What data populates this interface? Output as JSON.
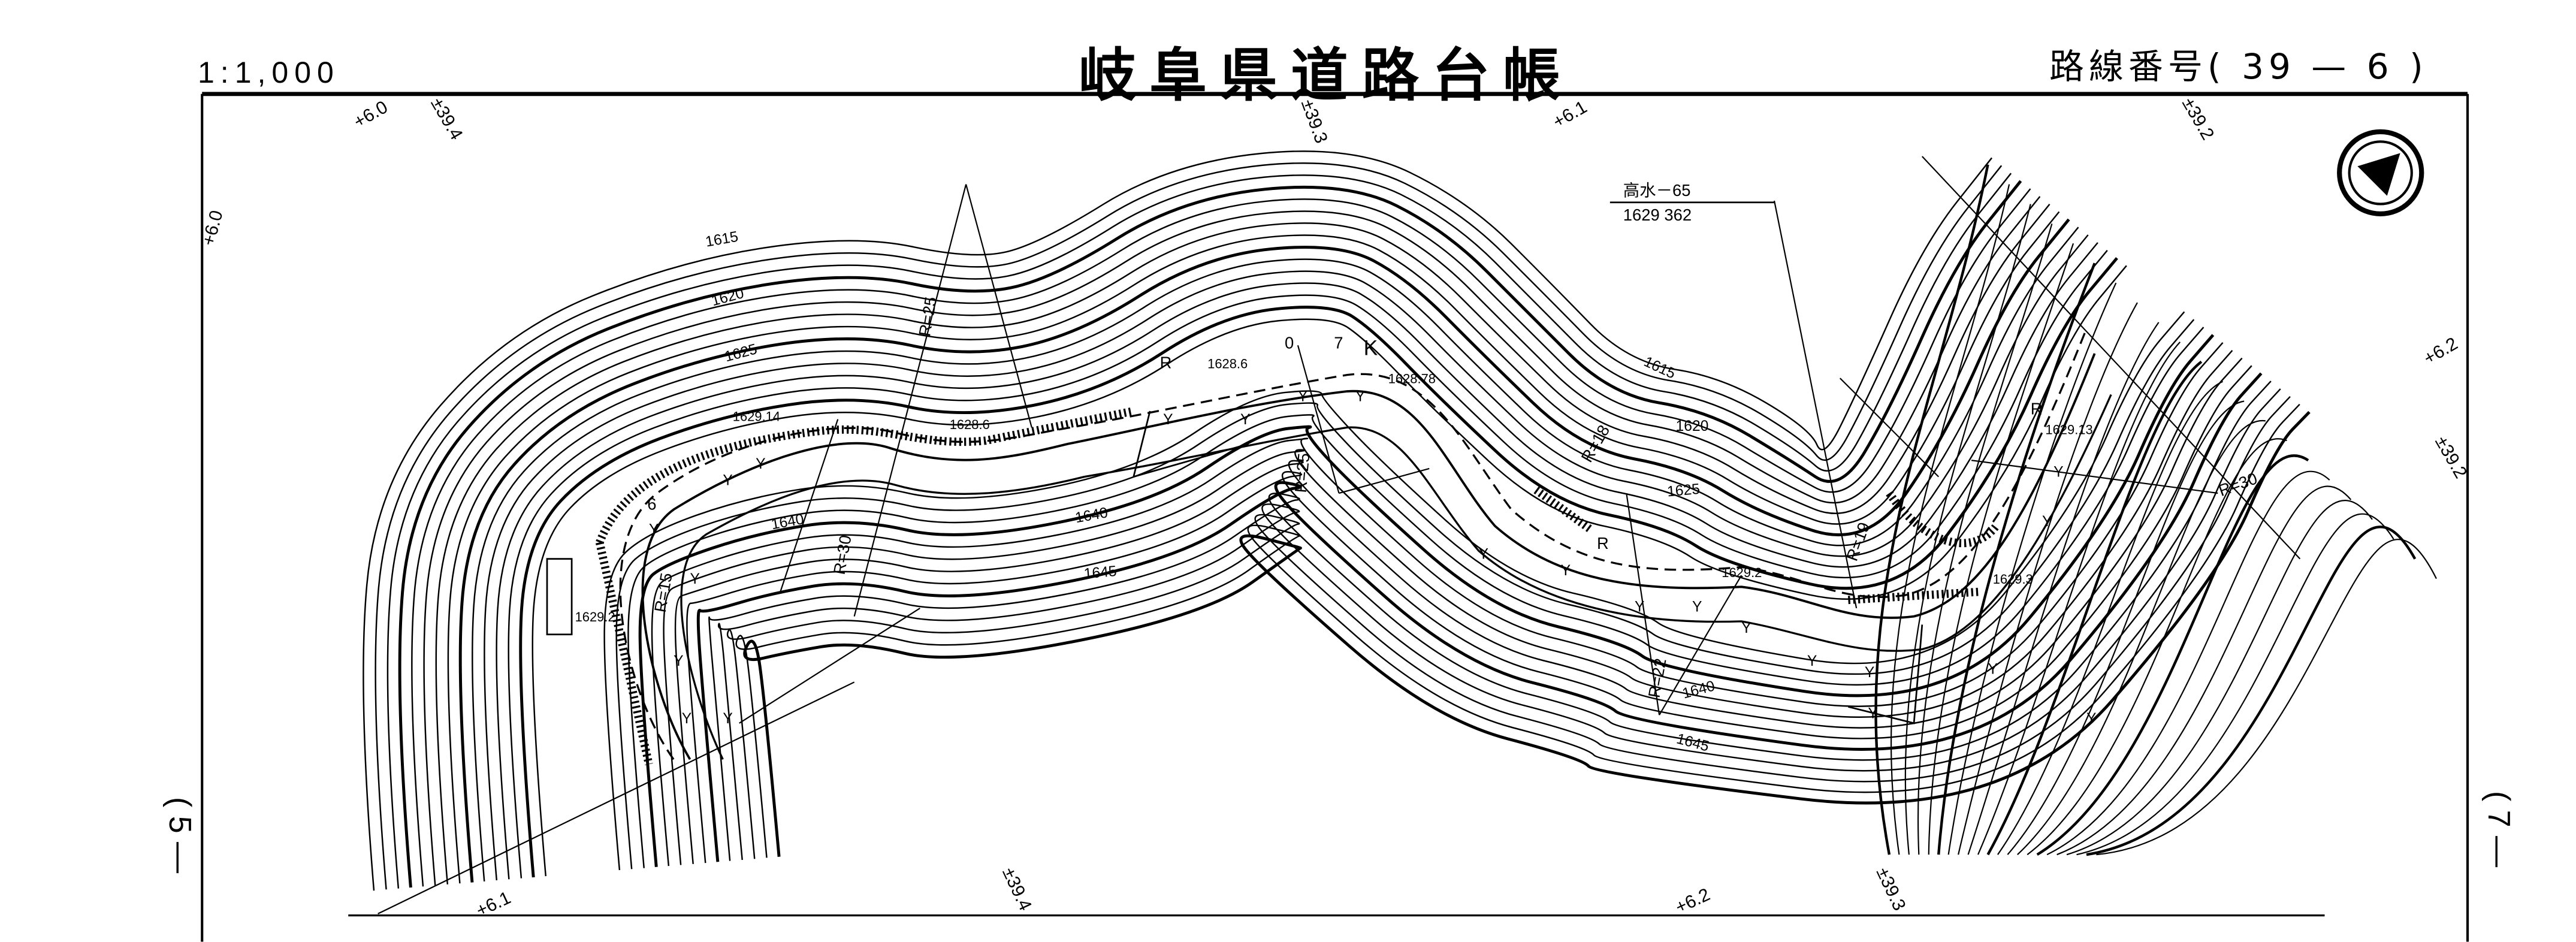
{
  "header": {
    "scale": "1:1,000",
    "title": "岐阜県道路台帳",
    "route_number": "路線番号( 39 — 6 )"
  },
  "side_labels": {
    "left": "( 5 —",
    "right": "( 7 —"
  },
  "benchmark": {
    "name": "高水－65",
    "elevation": "1629 362"
  },
  "grid_labels": {
    "top": [
      "+6.0",
      "±39.4",
      "±39.3",
      "+6.1",
      "±39.2"
    ],
    "left": "+6.0",
    "right": [
      "+6.2",
      "±39.2"
    ],
    "bottom": [
      "+6.1",
      "±39.4",
      "+6.2",
      "±39.3"
    ]
  },
  "contour_labels": [
    "1615",
    "1620",
    "1625",
    "1640",
    "1640",
    "1645",
    "1615",
    "1620",
    "1625",
    "1640",
    "1645"
  ],
  "spot_elevations": [
    "1629.14",
    "1628.6",
    "1628.6",
    "1628.78",
    "1629.2",
    "1629.2",
    "1629.3",
    "1629.13"
  ],
  "curve_radii": [
    "R=25",
    "R=30",
    "R=15",
    "R=25",
    "R=18",
    "R=19",
    "R=22",
    "R=30"
  ],
  "misc_marks": [
    "0",
    "7",
    "K",
    "R",
    "R",
    "R",
    "6"
  ],
  "north_arrow": "north-arrow-icon"
}
